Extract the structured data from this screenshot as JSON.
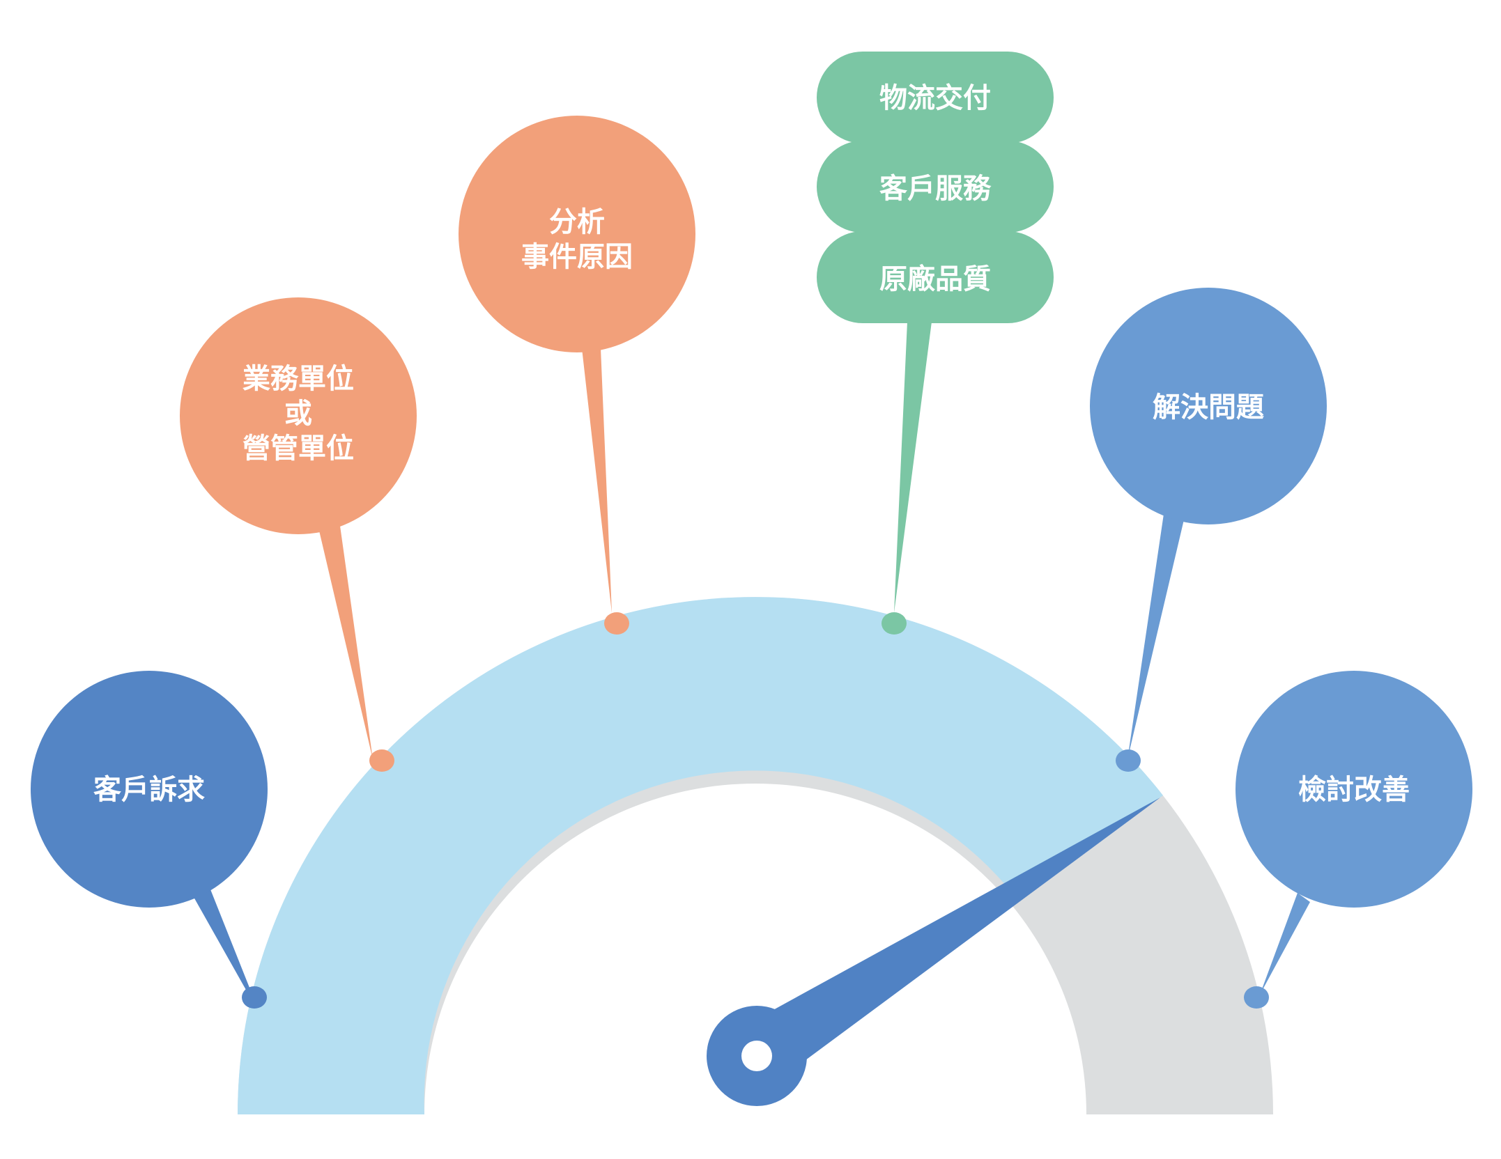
{
  "colors": {
    "gauge_active": "#b5dff2",
    "gauge_rest": "#dcdedf",
    "needle": "#5082c4",
    "blue_dark": "#5485c5",
    "blue_light": "#6a9bd3",
    "orange": "#f2a07a",
    "green": "#7bc6a4"
  },
  "stages": {
    "complaint": {
      "label": "客戶訴求"
    },
    "unit": {
      "lines": [
        "業務單位",
        "或",
        "營管單位"
      ]
    },
    "analysis": {
      "lines": [
        "分析",
        "事件原因"
      ]
    },
    "causes": {
      "items": [
        "物流交付",
        "客戶服務",
        "原廠品質"
      ]
    },
    "solve": {
      "label": "解決問題"
    },
    "review": {
      "label": "檢討改善"
    }
  },
  "gauge": {
    "progress_percent": 80
  }
}
